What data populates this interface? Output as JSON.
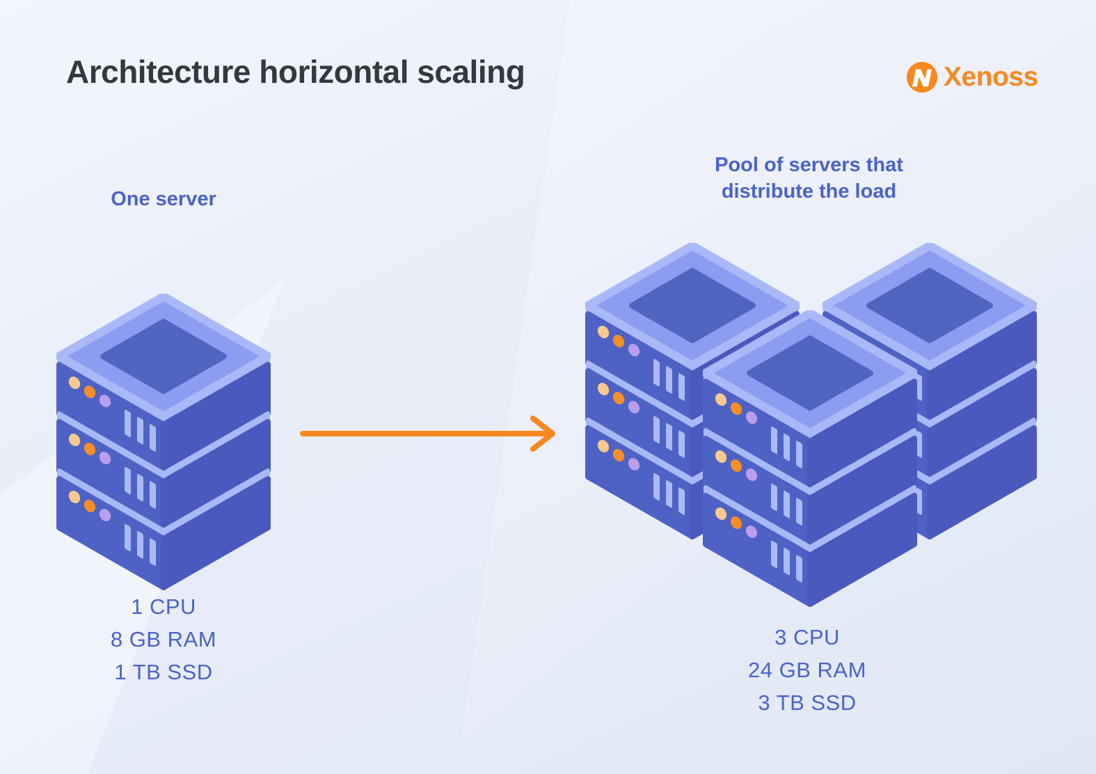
{
  "header": {
    "title": "Architecture horizontal scaling",
    "logo_text": "Xenoss"
  },
  "left_group": {
    "label": "One server",
    "specs": [
      "1 CPU",
      "8 GB RAM",
      "1 TB SSD"
    ]
  },
  "right_group": {
    "label_lines": [
      "Pool of servers that",
      "distribute the load"
    ],
    "specs": [
      "3 CPU",
      "24 GB RAM",
      "3 TB SSD"
    ]
  },
  "colors": {
    "accent_orange": "#F6891E",
    "arrow_orange": "#F6881F",
    "text_blue": "#4A63C8",
    "title_dark": "#35383E",
    "server_rim": "#A9B8F6",
    "server_top": "#8C9CF1",
    "server_inset": "#5065C2",
    "server_body_left": "#4D62C4",
    "server_body_right": "#4959BD",
    "dot_light_orange": "#F8C98F",
    "dot_orange": "#F78F28",
    "dot_purple": "#B89EEC",
    "slot_light": "#ABBAF6"
  }
}
